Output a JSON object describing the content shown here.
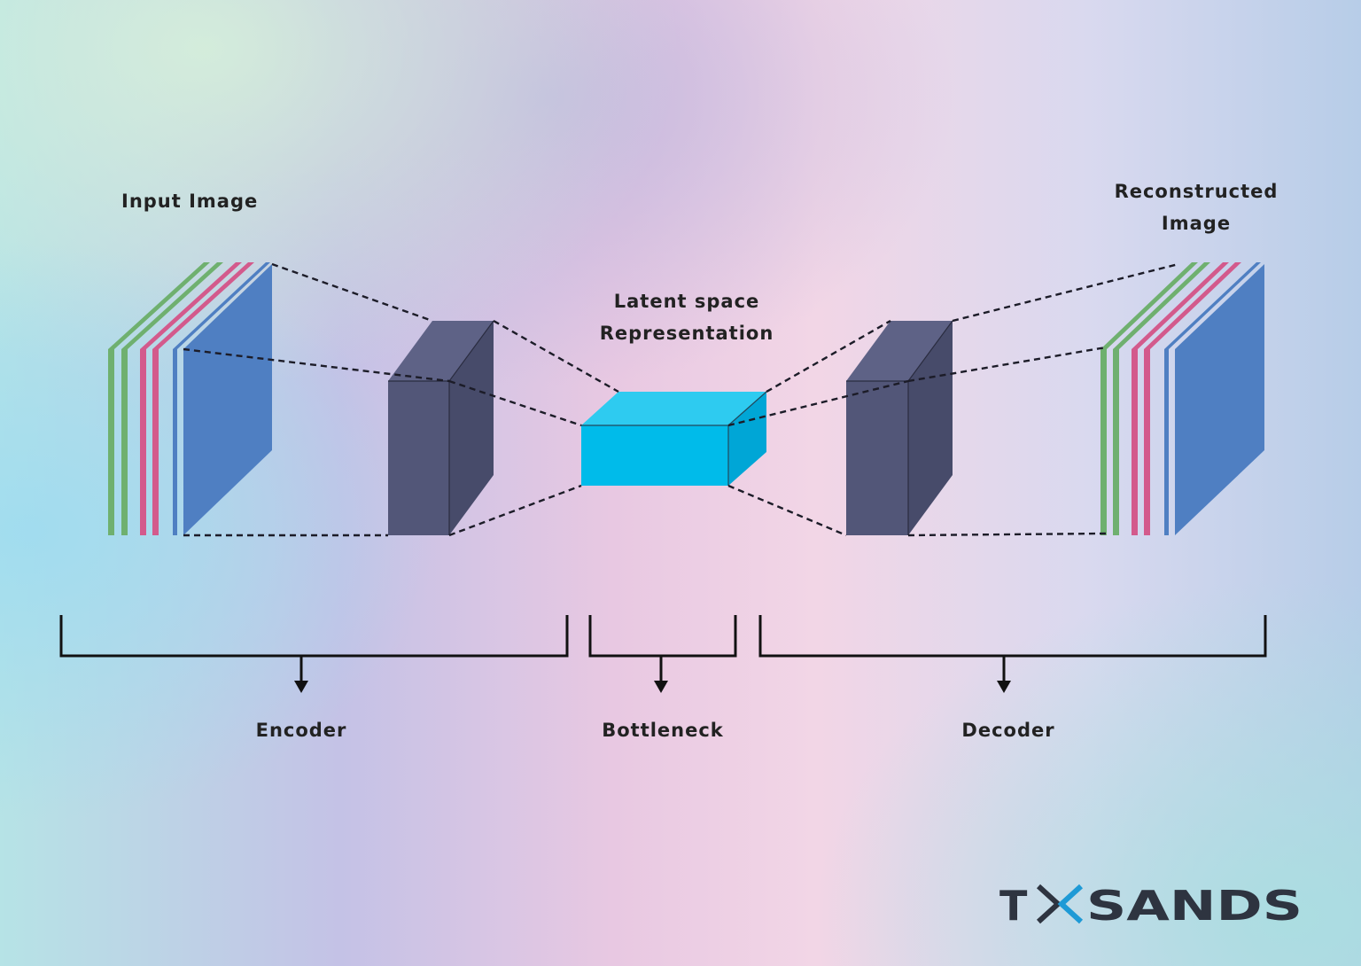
{
  "labels": {
    "input_image": "Input Image",
    "reconstructed_line1": "Reconstructed",
    "reconstructed_line2": "Image",
    "latent_line1": "Latent space",
    "latent_line2": "Representation"
  },
  "sections": {
    "encoder": "Encoder",
    "bottleneck": "Bottleneck",
    "decoder": "Decoder"
  },
  "logo": {
    "text_left": "T",
    "text_right": "SANDS"
  },
  "colors": {
    "green_layer": "#6fb06f",
    "pink_layer": "#d35a8c",
    "blue_layer": "#4f7fc2",
    "block": "#525678",
    "latent": "#00bbea",
    "logo_dark": "#2e3440",
    "logo_accent": "#1e9ad6"
  }
}
